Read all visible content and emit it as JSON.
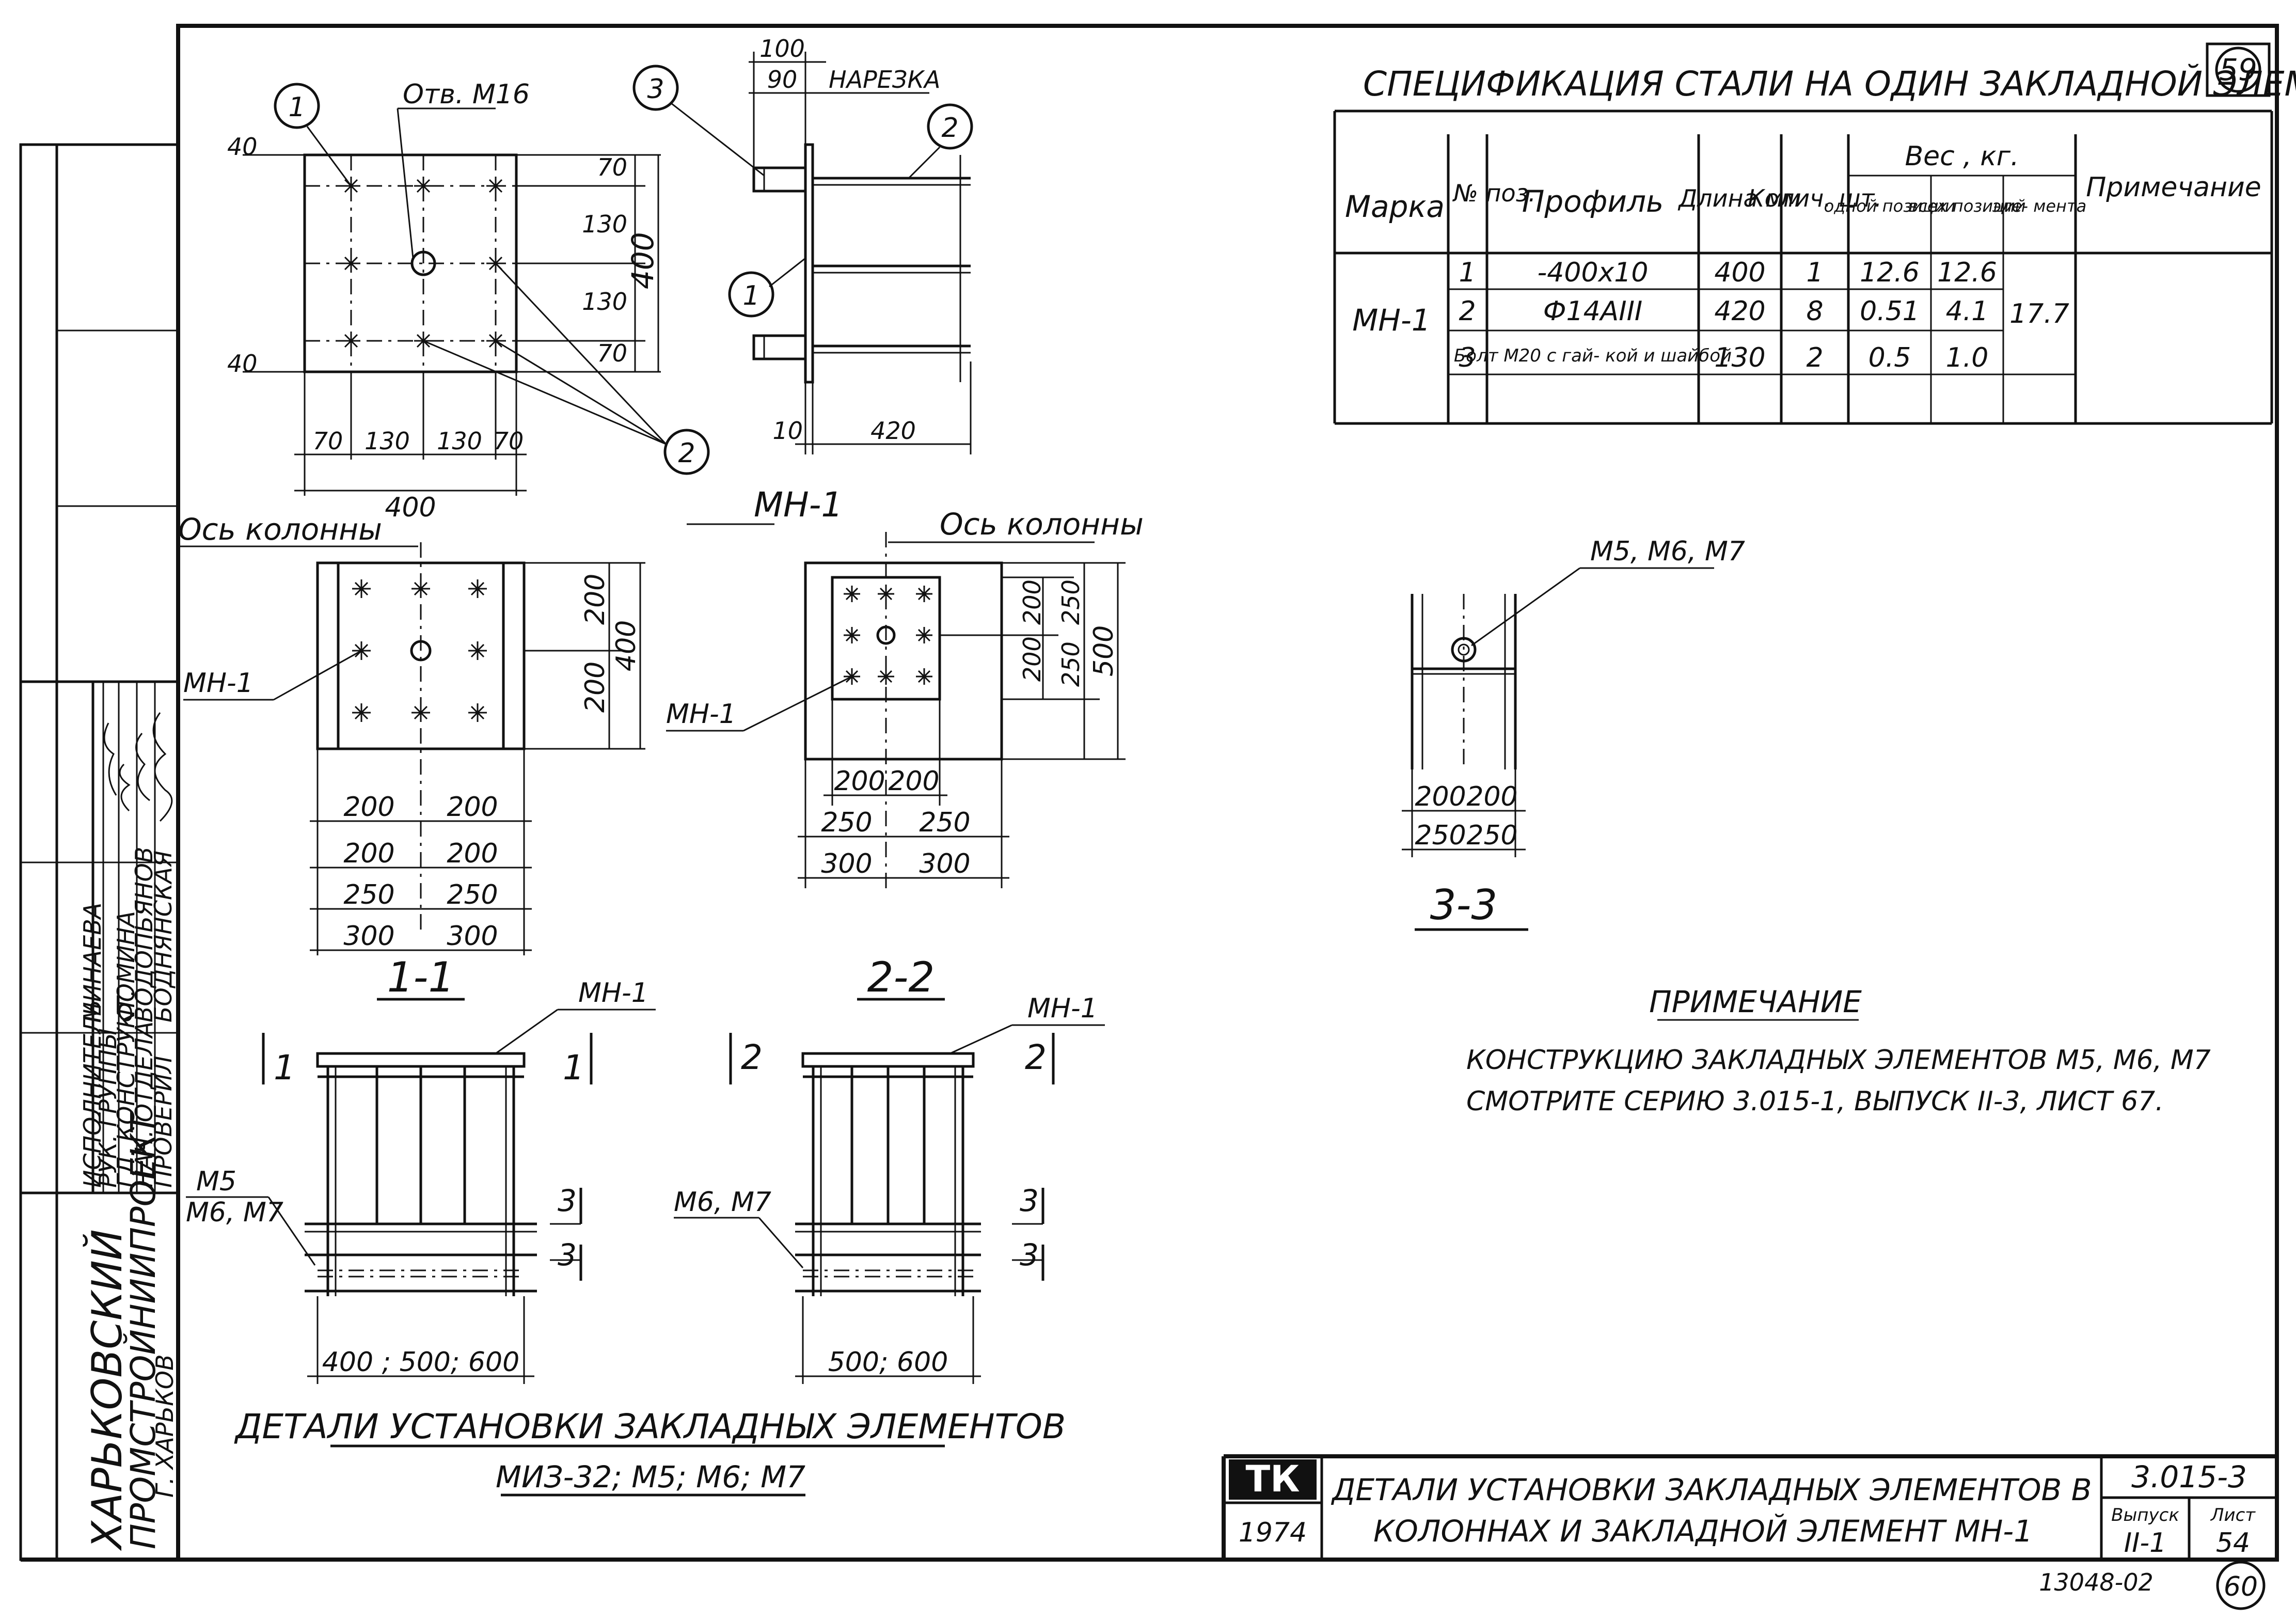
{
  "sheet_number": "59",
  "sheet_number_bottom": "60",
  "doc_code": "13048-02",
  "spec": {
    "title": "Спецификация стали на один закладной элемент",
    "headers": {
      "mark": "Марка",
      "pos": "№ поз.",
      "profile": "Профиль",
      "length": "Длина мм",
      "qty": "Колич. шт.",
      "weight": "Вес , кг.",
      "w_one": "одной позиции",
      "w_all": "всех позиций",
      "w_elem": "эле- мента",
      "note": "Примечание"
    },
    "mark_value": "МН-1",
    "element_weight": "17.7",
    "rows": [
      {
        "pos": "1",
        "profile": "-400x10",
        "length": "400",
        "qty": "1",
        "w_one": "12.6",
        "w_all": "12.6"
      },
      {
        "pos": "2",
        "profile": "Ф14АIII",
        "length": "420",
        "qty": "8",
        "w_one": "0.51",
        "w_all": "4.1"
      },
      {
        "pos": "3",
        "profile": "Болт М20 с гай- кой и шайбой",
        "length": "130",
        "qty": "2",
        "w_one": "0.5",
        "w_all": "1.0"
      }
    ]
  },
  "mn1": {
    "title": "МН-1",
    "hole_label": "Отв. М16",
    "thread_label": "нарезка",
    "callouts": [
      "1",
      "2",
      "3"
    ],
    "dims_bottom": [
      "70",
      "130",
      "130",
      "70"
    ],
    "dim_total": "400",
    "dims_side": [
      "70",
      "130",
      "130",
      "70"
    ],
    "dim_side_total": "400",
    "dim_top": [
      "100",
      "90"
    ],
    "dim_side_view": [
      "10",
      "420"
    ],
    "edge_dims": [
      "40",
      "40"
    ]
  },
  "section11": {
    "title": "1-1",
    "axis_label": "Ось колонны",
    "mark": "МН-1",
    "dims_side": [
      "200",
      "200"
    ],
    "dim_side_total": "400",
    "dim_rows": [
      [
        "200",
        "200"
      ],
      [
        "200",
        "200"
      ],
      [
        "250",
        "250"
      ],
      [
        "300",
        "300"
      ]
    ]
  },
  "section22": {
    "title": "2-2",
    "axis_label": "Ось колонны",
    "mark": "МН-1",
    "dims_side": [
      "200",
      "200"
    ],
    "dims_side2": [
      "250",
      "250"
    ],
    "dim_side_total": "500",
    "dim_rows": [
      [
        "200",
        "200"
      ],
      [
        "250",
        "250"
      ],
      [
        "300",
        "300"
      ]
    ]
  },
  "section33": {
    "title": "3-3",
    "marks": "М5, М6, М7",
    "dim_rows": [
      [
        "200",
        "200"
      ],
      [
        "250",
        "250"
      ]
    ]
  },
  "elev1": {
    "mark_top": "МН-1",
    "mark_side1": "М5",
    "mark_side2": "М6, М7",
    "cut_label": "1",
    "cut3_label": "3",
    "width_label": "400 ; 500; 600"
  },
  "elev2": {
    "mark_top": "МН-1",
    "mark_side": "М6, М7",
    "cut_label": "2",
    "cut3_label": "3",
    "width_label": "500; 600"
  },
  "caption": {
    "line1": "Детали установки закладных элементов",
    "line2": "МИЗ-32; М5; М6; М7"
  },
  "note": {
    "title": "Примечание",
    "line1": "Конструкцию закладных элементов М5, М6, М7",
    "line2": "смотрите серию 3.015-1, выпуск II-3, лист 67."
  },
  "left_stamp": {
    "org1": "Харьковский",
    "org2": "Промстройниипроект",
    "org3": "г. Харьков",
    "roles": [
      {
        "role": "Нач. отдела",
        "name": "Водопьянов"
      },
      {
        "role": "Гл. конструкт.",
        "name": "Фомина"
      },
      {
        "role": "Рук. группы",
        "name": ""
      },
      {
        "role": "Исполнитель",
        "name": "Минаева"
      },
      {
        "role": "Проверил",
        "name": "Боднянская"
      }
    ]
  },
  "title_block": {
    "logo": "ТК",
    "year": "1974",
    "title1": "Детали установки закладных элементов в",
    "title2": "колоннах и закладной элемент МН-1",
    "series": "3.015-3",
    "issue_label": "Выпуск",
    "issue": "II-1",
    "sheet_label": "Лист",
    "sheet": "54"
  }
}
